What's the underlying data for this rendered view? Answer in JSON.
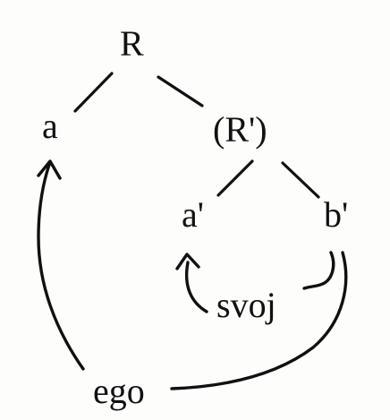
{
  "nodes": {
    "R": "R",
    "a": "a",
    "R_prime": "(R')",
    "a_prime": "a'",
    "b_prime": "b'",
    "svoj": "svoj",
    "ego": "ego"
  }
}
